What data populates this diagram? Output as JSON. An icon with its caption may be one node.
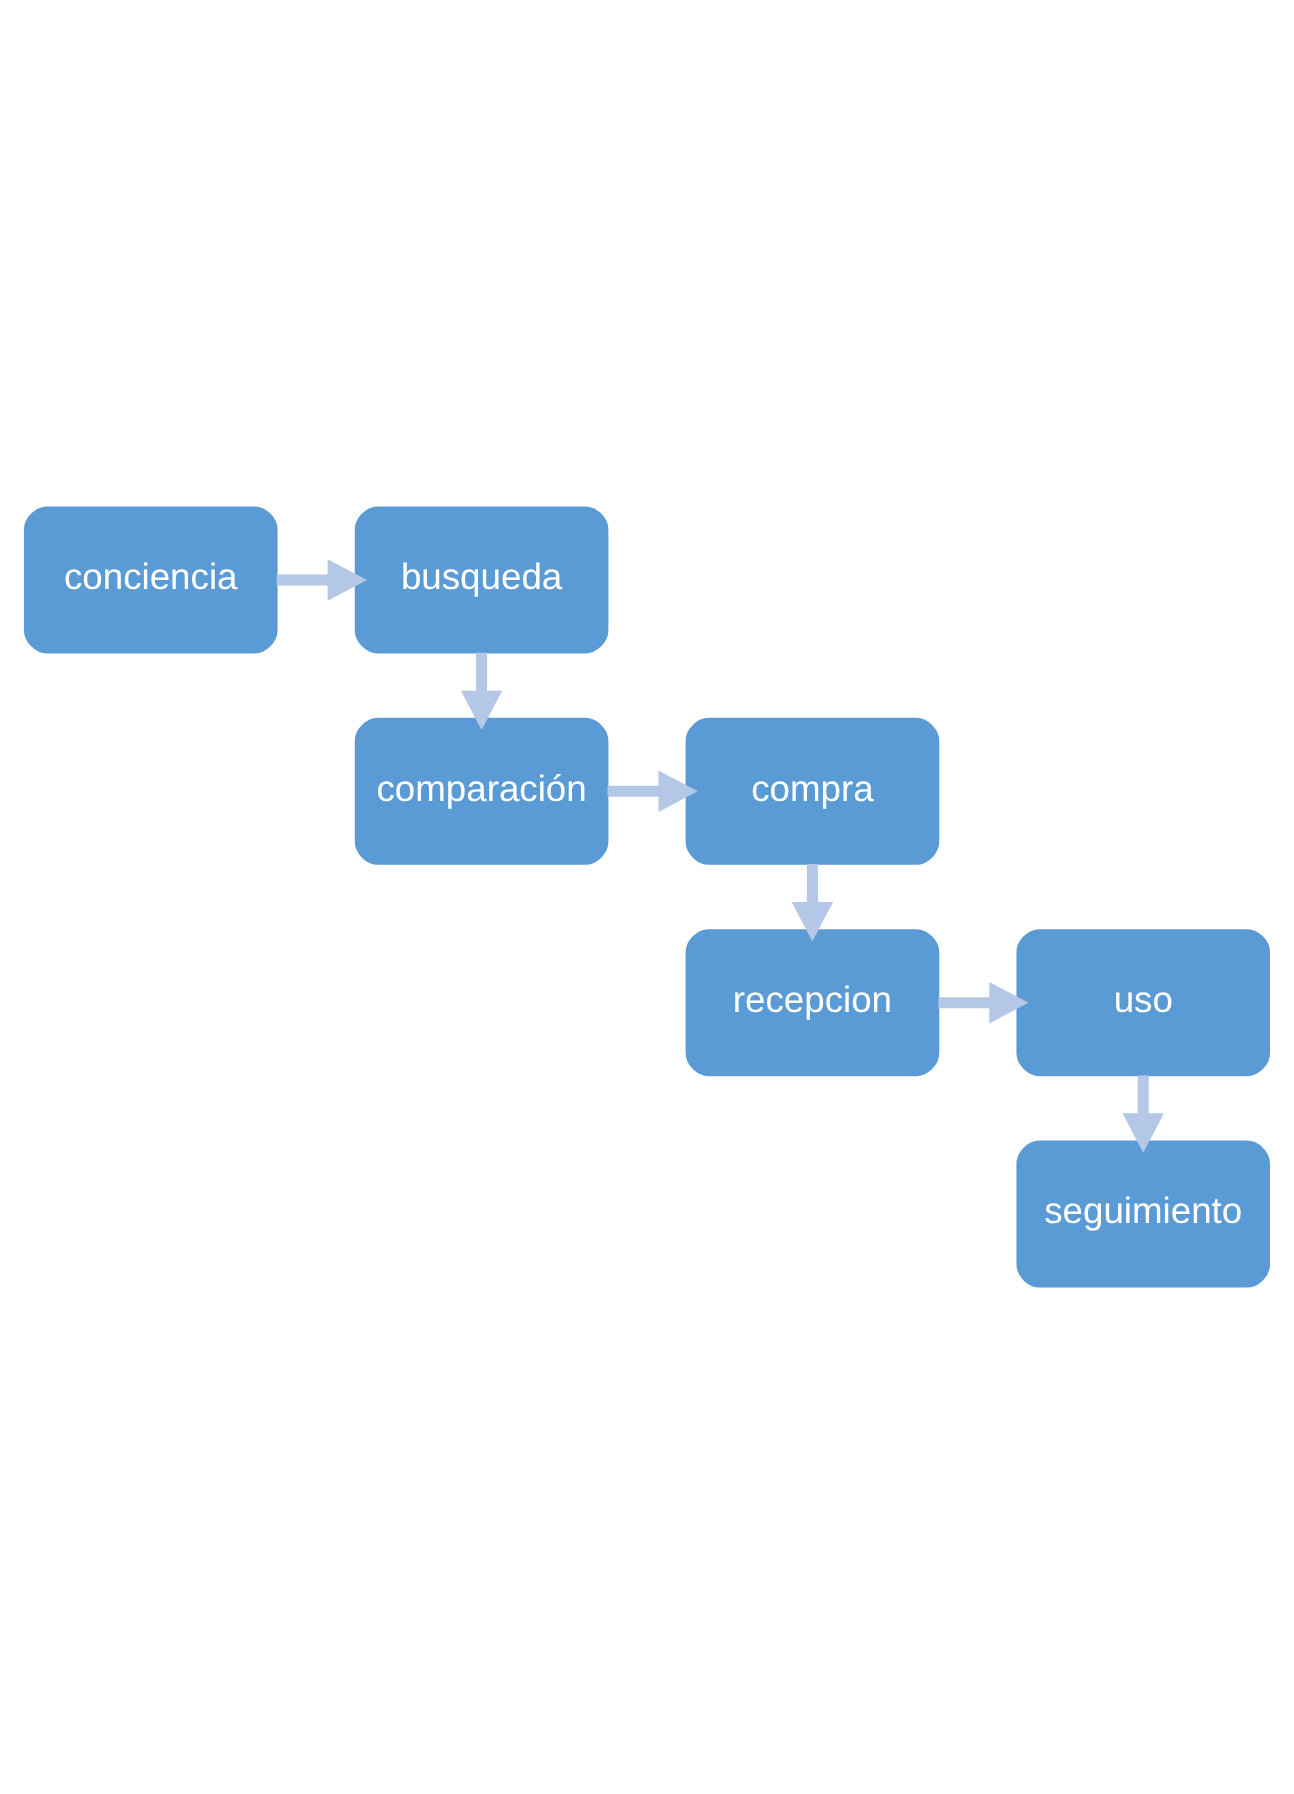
{
  "diagram": {
    "nodes": [
      {
        "text": [
          "conciencia"
        ]
      },
      {
        "text": [
          "busqueda"
        ]
      },
      {
        "text": [
          "comparación"
        ]
      },
      {
        "text": [
          "compra"
        ]
      },
      {
        "text": [
          "recepcion"
        ]
      },
      {
        "text": [
          "uso"
        ]
      },
      {
        "text": [
          "seguimiento"
        ]
      }
    ],
    "edges": [
      {
        "from": 0,
        "to": 1,
        "arrow": "to"
      },
      {
        "from": 1,
        "to": 2,
        "arrow": "to"
      },
      {
        "from": 2,
        "to": 3,
        "arrow": "to"
      },
      {
        "from": 3,
        "to": 4,
        "arrow": "to"
      },
      {
        "from": 4,
        "to": 5,
        "arrow": "to"
      },
      {
        "from": 5,
        "to": 6,
        "arrow": "to"
      }
    ]
  }
}
